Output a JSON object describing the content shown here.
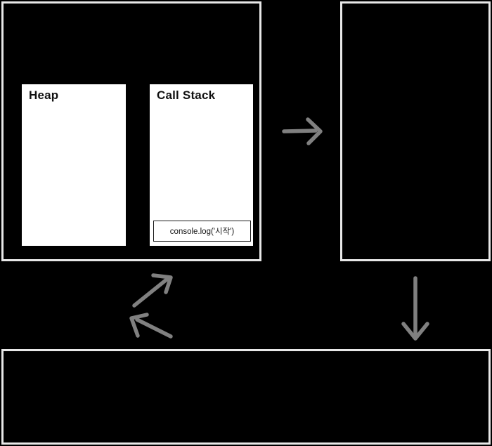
{
  "diagram": {
    "engine_panel": {
      "heap": {
        "label": "Heap"
      },
      "call_stack": {
        "label": "Call Stack",
        "frames": [
          "console.log('시작')"
        ]
      }
    },
    "right_panel": {},
    "bottom_panel": {},
    "arrows": [
      {
        "name": "engine-to-right",
        "direction": "right"
      },
      {
        "name": "right-to-bottom",
        "direction": "down"
      },
      {
        "name": "loop-up-left",
        "direction": "up-left"
      },
      {
        "name": "loop-up-right",
        "direction": "up-right"
      }
    ],
    "colors": {
      "background": "#000000",
      "panel_border": "#e8e8e8",
      "box_fill": "#ffffff",
      "box_border": "#000000",
      "arrow": "#808080",
      "text": "#111111"
    }
  }
}
